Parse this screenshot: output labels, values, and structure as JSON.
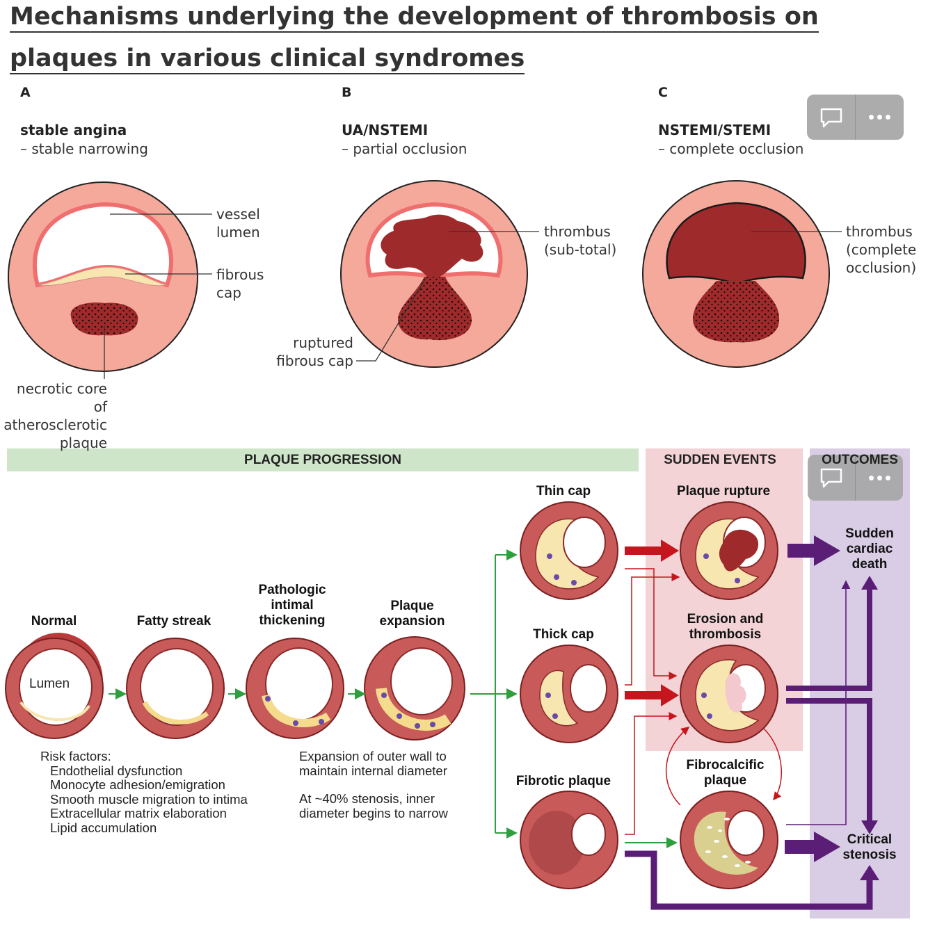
{
  "title": "Mechanisms underlying the development of thrombosis on plaques in various clinical syndromes",
  "panels": [
    {
      "letter": "A",
      "syndrome": "stable angina",
      "subtitle": "– stable narrowing"
    },
    {
      "letter": "B",
      "syndrome": "UA/NSTEMI",
      "subtitle": "– partial occlusion"
    },
    {
      "letter": "C",
      "syndrome": "NSTEMI/STEMI",
      "subtitle": "– complete occlusion"
    }
  ],
  "labels": {
    "vessel": "vessel",
    "lumen": "lumen",
    "fibrous": "fibrous",
    "cap": "cap",
    "necrotic_1": "necrotic core of",
    "necrotic_2": "atherosclerotic",
    "necrotic_3": "plaque",
    "thrombus": "thrombus",
    "sub_total": "(sub-total)",
    "ruptured_1": "ruptured",
    "ruptured_2": "fibrous cap",
    "thrombus_c": "thrombus",
    "complete_1": "(complete",
    "complete_2": "occlusion)"
  },
  "bands": {
    "progression": "PLAQUE PROGRESSION",
    "sudden": "SUDDEN EVENTS",
    "outcomes": "OUTCOMES"
  },
  "stages": {
    "normal": "Normal",
    "lumen": "Lumen",
    "fatty": "Fatty streak",
    "pit": [
      "Pathologic",
      "intimal",
      "thickening"
    ],
    "expansion": [
      "Plaque",
      "expansion"
    ],
    "thin": "Thin cap",
    "thick": "Thick cap",
    "fibrotic": "Fibrotic plaque",
    "rupture": "Plaque rupture",
    "erosion": [
      "Erosion and",
      "thrombosis"
    ],
    "fibrocalcific": [
      "Fibrocalcific",
      "plaque"
    ],
    "scd": [
      "Sudden",
      "cardiac",
      "death"
    ],
    "stenosis": [
      "Critical",
      "stenosis"
    ]
  },
  "risk": {
    "heading": "Risk factors:",
    "items": [
      "Endothelial dysfunction",
      "Monocyte adhesion/emigration",
      "Smooth muscle migration to intima",
      "Extracellular matrix elaboration",
      "Lipid accumulation"
    ]
  },
  "expansion_notes": [
    [
      "Expansion of outer wall to",
      "maintain internal diameter"
    ],
    [
      "At ~40% stenosis, inner",
      "diameter begins to narrow"
    ]
  ],
  "colors": {
    "wall": "#f4a99b",
    "intima": "#f08080",
    "thrombus": "#9e2a2b",
    "lipid": "#f7e6b0",
    "green": "#2e9e3e",
    "red": "#c4161c",
    "purple": "#5b1e77",
    "progression_bg": "#cfe5c9",
    "sudden_bg": "#f3d3d6",
    "outcomes_bg": "#d9cde6"
  }
}
